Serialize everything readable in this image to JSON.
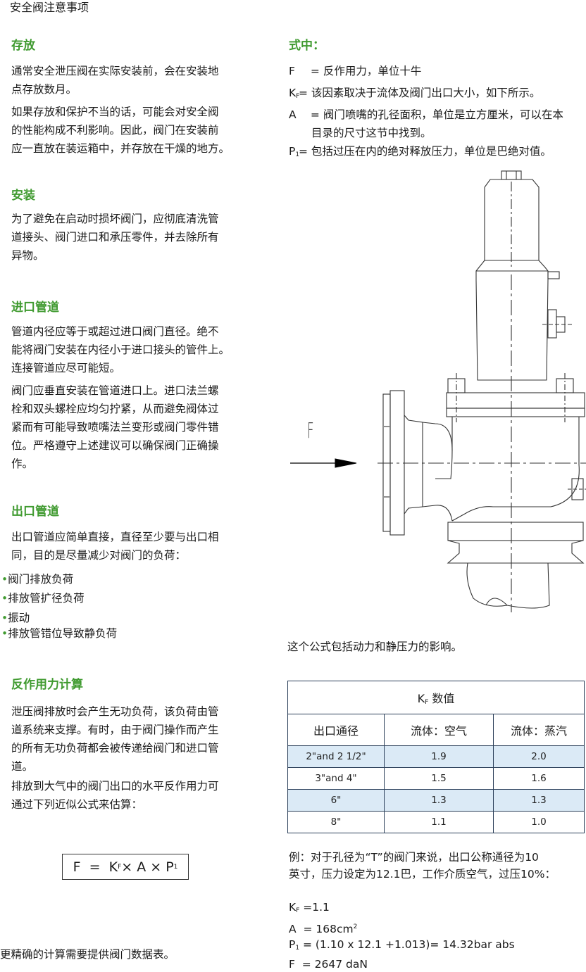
{
  "page_title": "安全阀注意事项",
  "left": {
    "storage": {
      "heading": "存放",
      "p1": "通常安全泄压阀在实际安装前，会在安装地点存放数月。",
      "p1a": "通常安全泄压阀在实际安装前，会在安装地",
      "p1b": "点存放数月。",
      "p2a": "如果存放和保护不当的话，可能会对安全阀",
      "p2b": "的性能构成不利影响。因此，阀门在安装前",
      "p2c": "应一直放在装运箱中，并存放在干燥的地方。"
    },
    "install": {
      "heading": "安装",
      "l1": "为了避免在启动时损坏阀门，应彻底清洗管",
      "l2": "道接头、阀门进口和承压零件，并去除所有",
      "l3": "异物。"
    },
    "inlet": {
      "heading": "进口管道",
      "a1": "管道内径应等于或超过进口阀门直径。绝不",
      "a2": "能将阀门安装在内径小于进口接头的管件上。",
      "a3": "连接管道应尽可能短。",
      "b1": "阀门应垂直安装在管道进口上。进口法兰螺",
      "b2": "栓和双头螺栓应均匀拧紧，从而避免阀体过",
      "b3": "紧而有可能导致喷嘴法兰变形或阀门零件错",
      "b4": "位。严格遵守上述建议可以确保阀门正确操",
      "b5": "作。"
    },
    "outlet": {
      "heading": "出口管道",
      "l1": "出口管道应简单直接，直径至少要与出口相",
      "l2": "同，目的是尽量减少对阀门的负荷：",
      "bullets": [
        "阀门排放负荷",
        "排放管扩径负荷",
        "振动",
        "排放管错位导致静负荷"
      ]
    },
    "reaction": {
      "heading": "反作用力计算",
      "a1": "泄压阀排放时会产生无功负荷，该负荷由管",
      "a2": "道系统来支撑。有时，由于阀门操作而产生",
      "a3": "的所有无功负荷都会被传递给阀门和进口管",
      "a4": "道。",
      "b1": "排放到大气中的阀门出口的水平反作用力可",
      "b2": "通过下列近似公式来估算：",
      "formula_prefix": "F  =  K",
      "formula_sub": "F",
      "formula_mid": "× A × P",
      "formula_sub2": "1",
      "footer": "更精确的计算需要提供阀门数据表。"
    }
  },
  "right": {
    "where_heading": "式中：",
    "defs": [
      {
        "sym": "F",
        "sub": "",
        "text": " = 反作用力，单位十牛"
      },
      {
        "sym": "K",
        "sub": "F",
        "text": "= 该因素取决于流体及阀门出口大小，如下所示。"
      },
      {
        "sym": "A",
        "sub": "",
        "text": " = 阀门喷嘴的孔径面积，单位是立方厘米，可以在本"
      },
      {
        "sym": "",
        "sub": "",
        "text": "目录的尺寸这节中找到。"
      },
      {
        "sym": "P",
        "sub": "1",
        "text": "= 包括过压在内的绝对释放压力，单位是巴绝对值。"
      }
    ],
    "diagram_label": "F",
    "formula_note": "这个公式包括动力和静压力的影响。",
    "table": {
      "title_prefix": "K",
      "title_sub": "F",
      "title_suffix": " 数值",
      "headers": [
        "出口通径",
        "流体：空气",
        "流体：蒸汽"
      ],
      "rows": [
        [
          "2\"and 2 1/2\"",
          "1.9",
          "2.0"
        ],
        [
          "3\"and 4\"",
          "1.5",
          "1.6"
        ],
        [
          "6\"",
          "1.3",
          "1.3"
        ],
        [
          "8\"",
          "1.1",
          "1.0"
        ]
      ]
    },
    "example": {
      "l1": "例：对于孔径为“T”的阀门来说，出口公称通径为10",
      "l2": "英寸，压力设定为12.1巴，工作介质空气，过压10%：",
      "kf_prefix": "K",
      "kf_sub": "F",
      "kf_val": " =1.1",
      "a_val": "A  = 168cm",
      "a_sup": "2",
      "p_prefix": "P",
      "p_sub": "1",
      "p_val": " = (1.10 x 12.1 +1.013)= 14.32bar abs",
      "f_val": "F  = 2647 daN"
    }
  }
}
